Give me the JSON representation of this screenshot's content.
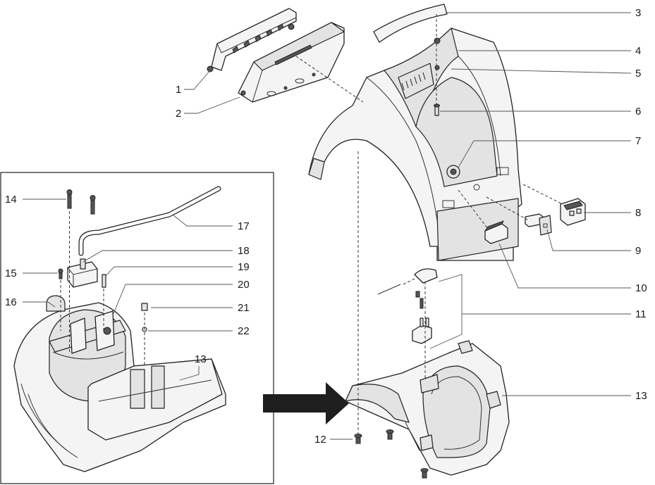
{
  "diagram": {
    "callouts": [
      {
        "id": "c1",
        "text": "1"
      },
      {
        "id": "c2",
        "text": "2"
      },
      {
        "id": "c3",
        "text": "3"
      },
      {
        "id": "c4",
        "text": "4"
      },
      {
        "id": "c5",
        "text": "5"
      },
      {
        "id": "c6",
        "text": "6"
      },
      {
        "id": "c7",
        "text": "7"
      },
      {
        "id": "c8",
        "text": "8"
      },
      {
        "id": "c9",
        "text": "9"
      },
      {
        "id": "c10",
        "text": "10"
      },
      {
        "id": "c11",
        "text": "11"
      },
      {
        "id": "c12",
        "text": "12"
      },
      {
        "id": "c13a",
        "text": "13"
      },
      {
        "id": "c13b",
        "text": "13"
      },
      {
        "id": "c14",
        "text": "14"
      },
      {
        "id": "c15",
        "text": "15"
      },
      {
        "id": "c16",
        "text": "16"
      },
      {
        "id": "c17",
        "text": "17"
      },
      {
        "id": "c18",
        "text": "18"
      },
      {
        "id": "c19",
        "text": "19"
      },
      {
        "id": "c20",
        "text": "20"
      },
      {
        "id": "c21",
        "text": "21"
      },
      {
        "id": "c22",
        "text": "22"
      }
    ],
    "colors": {
      "line": "#222222",
      "fill": "#f4f4f4",
      "arrow": "#1e1e1e"
    }
  }
}
